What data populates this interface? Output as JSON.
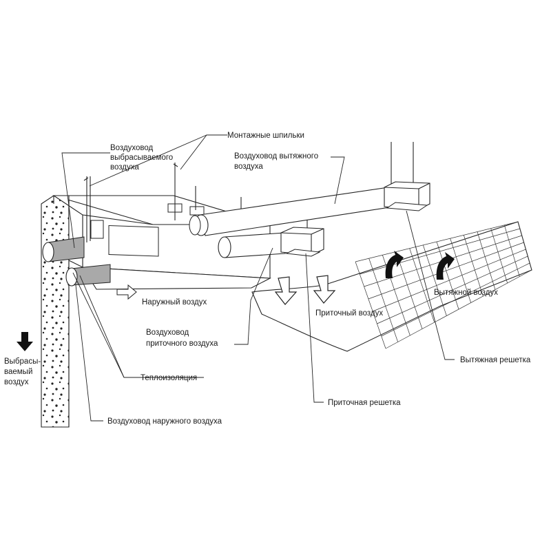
{
  "labels": {
    "exhaust_duct": [
      "Воздуховод",
      "выбрасываемого",
      "воздуха"
    ],
    "mounting_studs": "Монтажные шпильки",
    "extract_duct": [
      "Воздуховод вытяжного",
      "воздуха"
    ],
    "outdoor_air": "Наружный воздух",
    "supply_duct": [
      "Воздуховод",
      "приточного воздуха"
    ],
    "insulation": "Теплоизоляция",
    "exhaust_air_out": [
      "Выбрасы-",
      "ваемый",
      "воздух"
    ],
    "outdoor_duct": "Воздуховод наружного воздуха",
    "supply_air": "Приточный воздух",
    "extract_air": "Вытяжной воздух",
    "extract_grille": "Вытяжная решетка",
    "supply_grille": "Приточная решетка"
  },
  "colors": {
    "line": "#222222",
    "insulation_fill": "#a9a9a9",
    "arrow_fill": "#111111",
    "background": "#ffffff"
  }
}
